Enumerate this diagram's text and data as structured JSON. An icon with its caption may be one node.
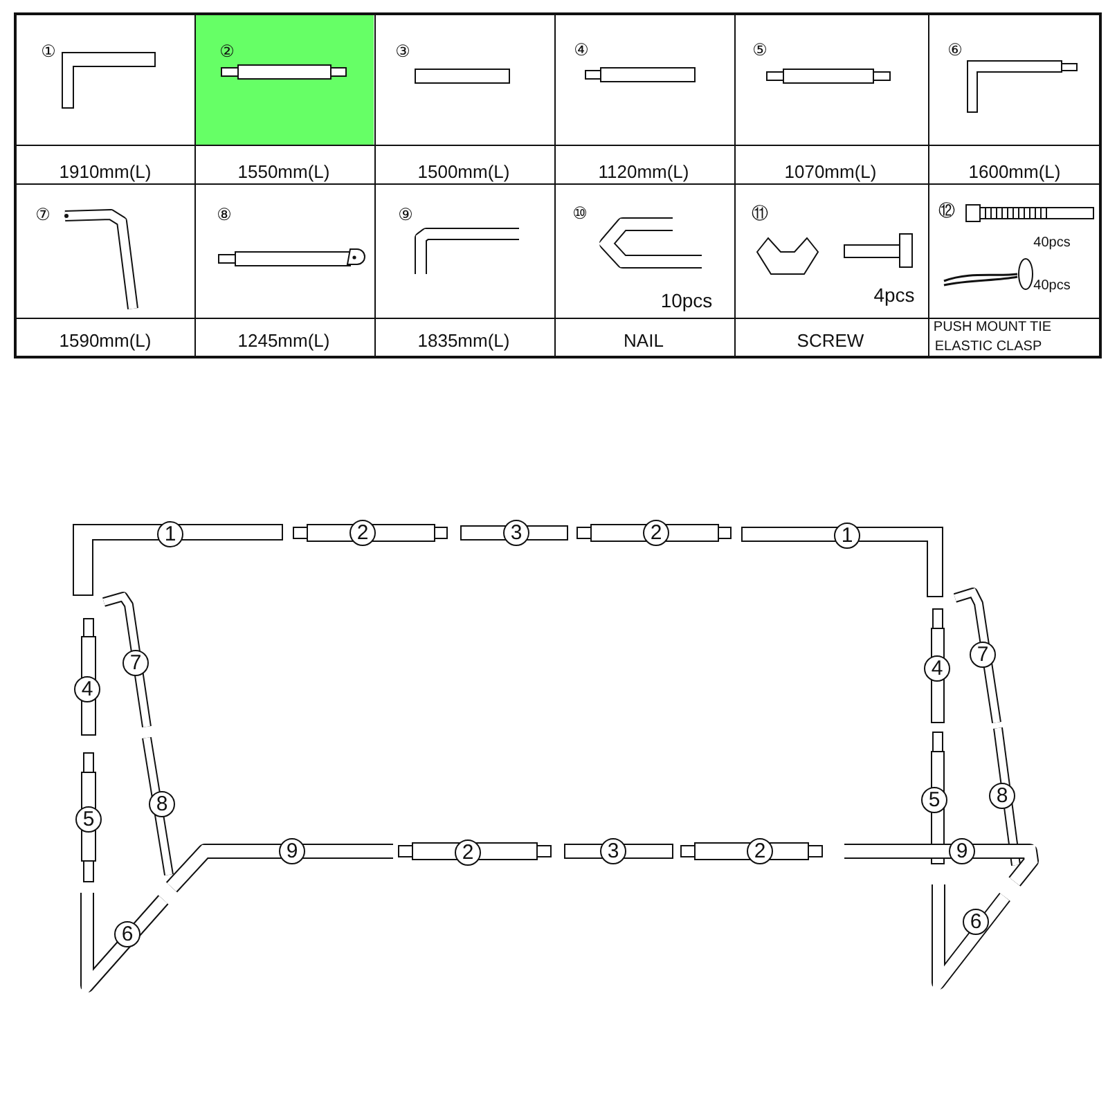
{
  "diagram": {
    "labels": [
      "①",
      "②",
      "③",
      "④",
      "⑤",
      "⑥",
      "1910mm(L)",
      "1550mm(L)",
      "1500mm(L)",
      "1120mm(L)",
      "1070mm(L)",
      "1600mm(L)",
      "⑦",
      "⑧",
      "⑨",
      "⑩",
      "10pcs",
      "⑪",
      "4pcs",
      "⑫",
      "40pcs",
      "40pcs",
      "1590mm(L)",
      "1245mm(L)",
      "1835mm(L)",
      "NAIL",
      "SCREW",
      "PUSH MOUNT TIE",
      "ELASTIC CLASP",
      "1",
      "2",
      "3",
      "2",
      "1",
      "7",
      "4",
      "8",
      "5",
      "9",
      "2",
      "3",
      "2",
      "9",
      "4",
      "7",
      "5",
      "8",
      "6",
      "6"
    ]
  }
}
